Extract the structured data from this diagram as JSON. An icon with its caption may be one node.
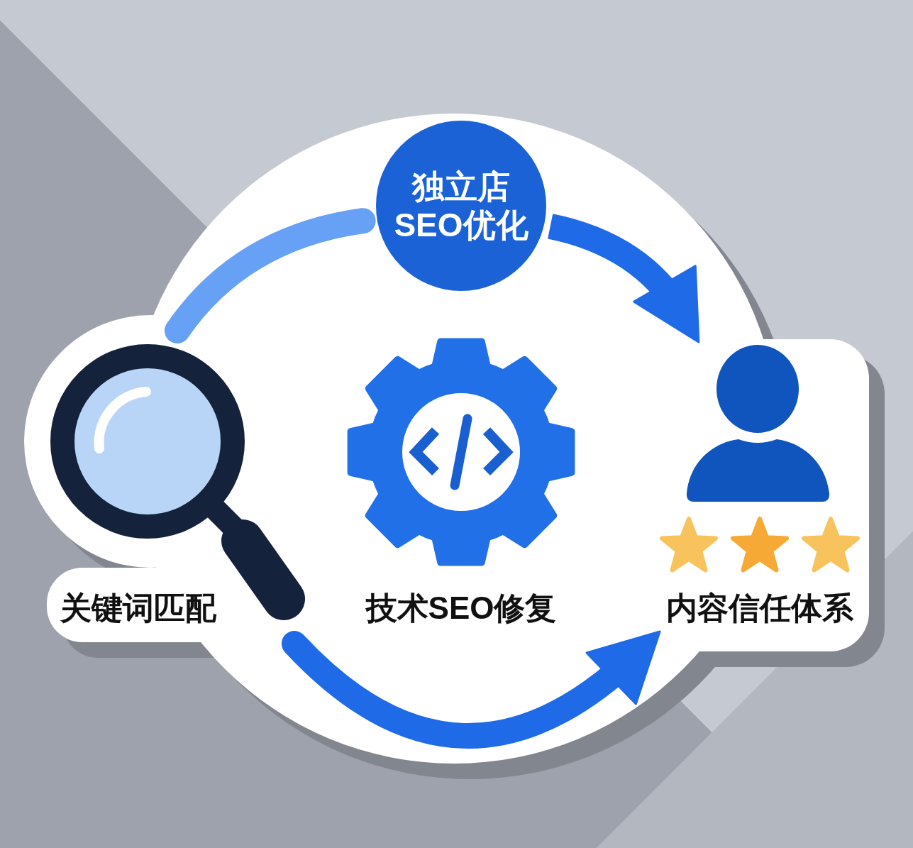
{
  "diagram": {
    "nodes": [
      {
        "text": [
          "独立店SEO优化"
        ]
      },
      {
        "text": [
          "关键词匹配"
        ]
      },
      {
        "text": [
          "技术SEO修复"
        ]
      },
      {
        "text": [
          "内容信任体系"
        ]
      }
    ],
    "edges": [
      {
        "from": 1,
        "to": 0,
        "arrow": "none",
        "color": "#66a1f6"
      },
      {
        "from": 0,
        "to": 3,
        "arrow": "to"
      },
      {
        "from": 1,
        "to": 3,
        "arrow": "to"
      }
    ]
  }
}
